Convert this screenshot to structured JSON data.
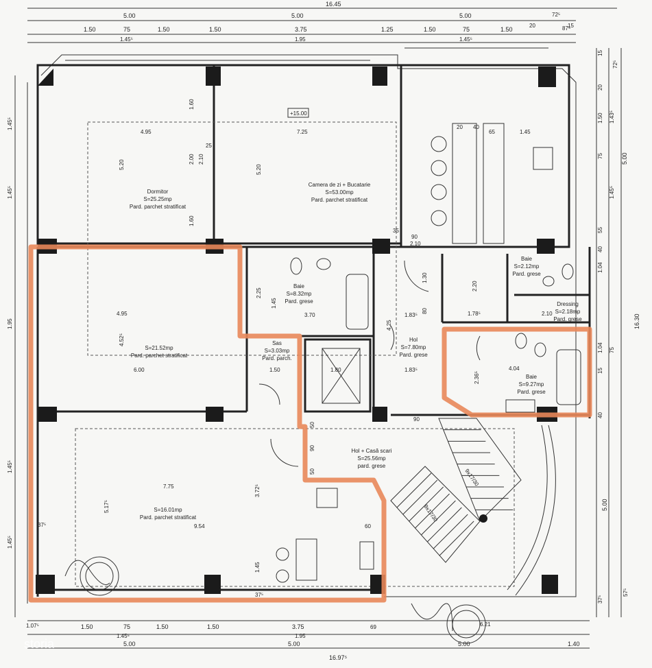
{
  "watermark": "storia",
  "top_dimensions": {
    "overall": "16.45",
    "row1": [
      "5.00",
      "5.00",
      "5.00",
      "72⁵",
      "87⁵"
    ],
    "row2": [
      "1.50",
      "75",
      "1.50",
      "1.50",
      "3.75",
      "1.25",
      "1.50",
      "75",
      "1.50",
      "20",
      "15"
    ],
    "row3": [
      "1.45⁵",
      "1.95",
      "1.45⁵"
    ]
  },
  "bottom_dimensions": {
    "overall": "16.97⁵",
    "row1": [
      "1.07⁵",
      "1.50",
      "75",
      "1.50",
      "1.50",
      "3.75",
      "69",
      "6.21"
    ],
    "row2": [
      "1.45⁵",
      "1.95"
    ],
    "row3": [
      "5.00",
      "5.00",
      "5.00",
      "1.40"
    ]
  },
  "side_dimensions": {
    "right_total": "16.30",
    "right": [
      "15",
      "72⁵",
      "20",
      "1.43⁵",
      "1.50",
      "75",
      "5.00",
      "1.45⁵",
      "55",
      "40",
      "1.04",
      "75",
      "1.04",
      "15",
      "40",
      "5.00",
      "37⁵",
      "57⁵"
    ],
    "left": [
      "1.45⁵",
      "1.45⁵",
      "1.95",
      "1.45⁵",
      "1.45⁵",
      "37⁵"
    ]
  },
  "level_marker": "+15.00",
  "rooms": [
    {
      "id": "dormitor",
      "name": "Dormitor",
      "area": "S=25.25mp",
      "floor": "Pard. parchet stratificat"
    },
    {
      "id": "living",
      "name": "Camera de zi + Bucatarie",
      "area": "S=53.00mp",
      "floor": "Pard. parchet stratificat"
    },
    {
      "id": "room-21",
      "name": "",
      "area": "S=21.52mp",
      "floor": "Pard. parchet stratificat"
    },
    {
      "id": "baie1",
      "name": "Baie",
      "area": "S=8.32mp",
      "floor": "Pard. grese"
    },
    {
      "id": "sas",
      "name": "Sas",
      "area": "S=3.03mp",
      "floor": "Pard. parch."
    },
    {
      "id": "hol",
      "name": "Hol",
      "area": "S=7.80mp",
      "floor": "Pard. grese"
    },
    {
      "id": "baie-small",
      "name": "Baie",
      "area": "S=2.12mp",
      "floor": "Pard. grese"
    },
    {
      "id": "dressing",
      "name": "Dressing",
      "area": "S=2.18mp",
      "floor": "Pard. grese"
    },
    {
      "id": "baie3",
      "name": "Baie",
      "area": "S=9.27mp",
      "floor": "Pard. grese"
    },
    {
      "id": "hol-scari",
      "name": "Hol + Casă scari",
      "area": "S=25.56mp",
      "floor": "pard. grese"
    },
    {
      "id": "room-16",
      "name": "",
      "area": "S=16.01mp",
      "floor": "Pard. parchet stratificat"
    }
  ],
  "interior_dimensions": [
    "4.95",
    "7.25",
    "5.20",
    "2.00",
    "2.10",
    "1.60",
    "1.60",
    "5.20",
    "1.45",
    "65",
    "40",
    "20",
    "25",
    "35",
    "90",
    "2.10",
    "4.95",
    "4.52⁵",
    "6.00",
    "3.70",
    "2.25",
    "1.45",
    "1.50",
    "1.80",
    "4.25",
    "1.83⁵",
    "1.83⁵",
    "2.20",
    "1.78⁵",
    "2.36⁵",
    "4.04",
    "2.10",
    "7.75",
    "5.17⁵",
    "9.54",
    "3.72⁵",
    "60",
    "1.45",
    "1.30",
    "80",
    "90",
    "50",
    "50",
    "90",
    "37⁵"
  ],
  "stairs": {
    "upper": "9x17/30",
    "lower": "9x17/30"
  },
  "highlight_color": "#e8875a",
  "wall_color": "#222222"
}
